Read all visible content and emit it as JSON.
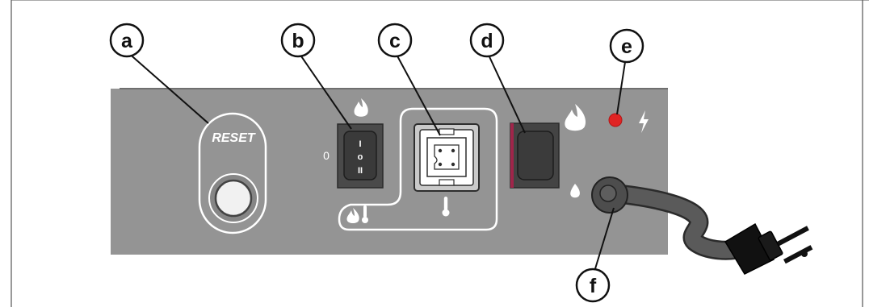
{
  "callouts": [
    "a",
    "b",
    "c",
    "d",
    "e",
    "f"
  ],
  "panel": {
    "reset_label": "RESET",
    "switch_off_label": "0",
    "switch_symbol_top": "I",
    "switch_symbol_mid": "o",
    "switch_symbol_bottom": "II"
  },
  "colors": {
    "panel": "#949494",
    "panel_dark": "#7e7e7e",
    "switch_body": "#3a3a3a",
    "indicator_led": "#e02424",
    "cable": "#5a5a5a",
    "plug": "#111111"
  },
  "icons": [
    "flame-icon",
    "thermometer-icon",
    "lightning-icon",
    "drop-icon"
  ]
}
